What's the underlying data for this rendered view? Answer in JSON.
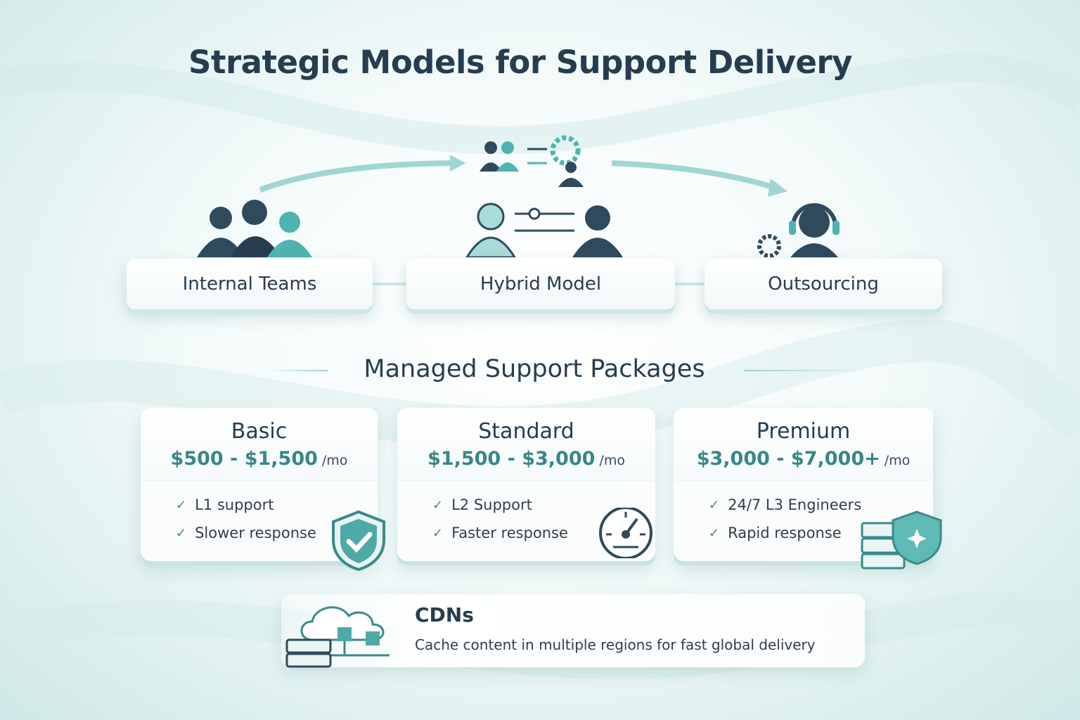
{
  "title": "Strategic Models for Support Delivery",
  "models": [
    {
      "label": "Internal Teams",
      "icon": "team-icon"
    },
    {
      "label": "Hybrid Model",
      "icon": "hybrid-icon"
    },
    {
      "label": "Outsourcing",
      "icon": "headset-agent-icon"
    }
  ],
  "section_title": "Managed Support Packages",
  "packages": [
    {
      "name": "Basic",
      "price": "$500 - $1,500",
      "unit": "/mo",
      "features": [
        "L1 support",
        "Slower response"
      ],
      "icon": "shield-check-icon"
    },
    {
      "name": "Standard",
      "price": "$1,500 - $3,000",
      "unit": "/mo",
      "features": [
        "L2 Support",
        "Faster response"
      ],
      "icon": "speedometer-icon"
    },
    {
      "name": "Premium",
      "price": "$3,000 - $7,000+",
      "unit": "/mo",
      "features": [
        "24/7 L3 Engineers",
        "Rapid response"
      ],
      "icon": "server-shield-icon"
    }
  ],
  "cdn": {
    "title": "CDNs",
    "description": "Cache content in multiple regions for fast global delivery",
    "icon": "cloud-server-icon"
  },
  "colors": {
    "navy": "#263d4f",
    "teal": "#3a8688",
    "accent": "#4fb3b0"
  }
}
